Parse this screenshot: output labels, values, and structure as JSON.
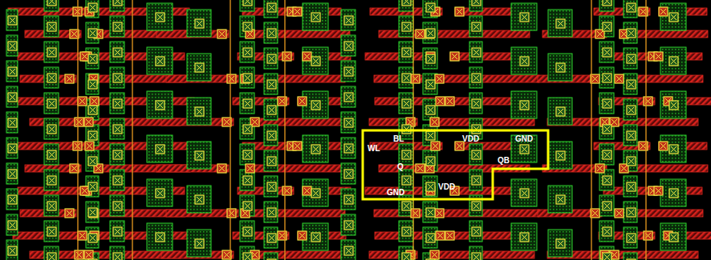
{
  "diagram": {
    "nodes": [
      {
        "text": [
          "BL",
          "VDD",
          "GND",
          "WL",
          "QB",
          "Q",
          "VDD",
          "GND"
        ]
      }
    ]
  }
}
